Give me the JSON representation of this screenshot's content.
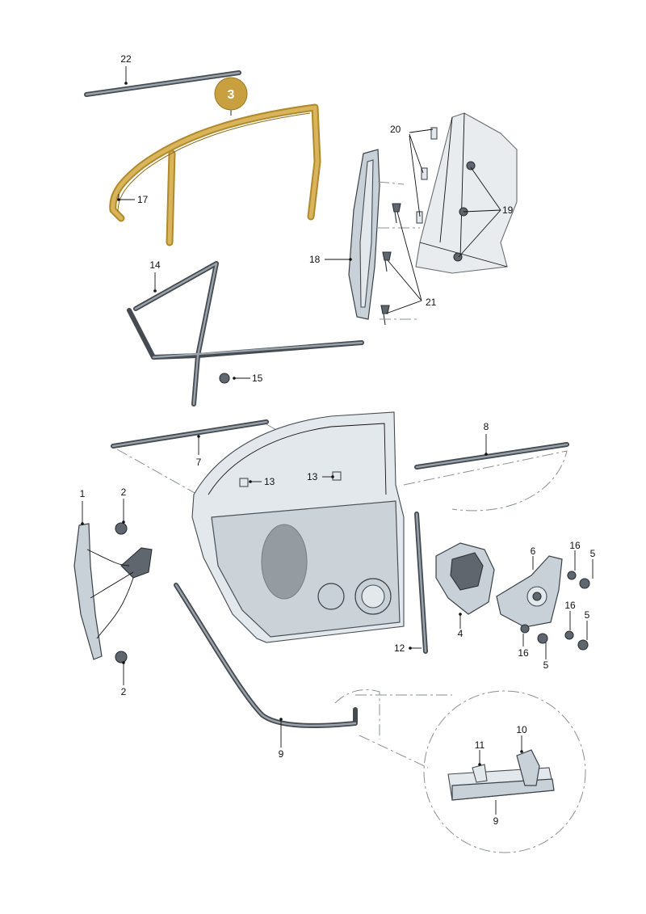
{
  "highlight": {
    "number": "3",
    "color": "#c9a040"
  },
  "callouts": [
    {
      "id": "c22",
      "text": "22"
    },
    {
      "id": "c17",
      "text": "17"
    },
    {
      "id": "c20",
      "text": "20"
    },
    {
      "id": "c19",
      "text": "19"
    },
    {
      "id": "c18",
      "text": "18"
    },
    {
      "id": "c21",
      "text": "21"
    },
    {
      "id": "c14",
      "text": "14"
    },
    {
      "id": "c15",
      "text": "15"
    },
    {
      "id": "c8",
      "text": "8"
    },
    {
      "id": "c7",
      "text": "7"
    },
    {
      "id": "c13a",
      "text": "13"
    },
    {
      "id": "c13b",
      "text": "13"
    },
    {
      "id": "c1",
      "text": "1"
    },
    {
      "id": "c2a",
      "text": "2"
    },
    {
      "id": "c2b",
      "text": "2"
    },
    {
      "id": "c6",
      "text": "6"
    },
    {
      "id": "c16a",
      "text": "16"
    },
    {
      "id": "c5a",
      "text": "5"
    },
    {
      "id": "c16b",
      "text": "16"
    },
    {
      "id": "c5b",
      "text": "5"
    },
    {
      "id": "c16c",
      "text": "16"
    },
    {
      "id": "c5c",
      "text": "5"
    },
    {
      "id": "c4",
      "text": "4"
    },
    {
      "id": "c12",
      "text": "12"
    },
    {
      "id": "c9a",
      "text": "9"
    },
    {
      "id": "c11",
      "text": "11"
    },
    {
      "id": "c10",
      "text": "10"
    },
    {
      "id": "c9b",
      "text": "9"
    }
  ]
}
